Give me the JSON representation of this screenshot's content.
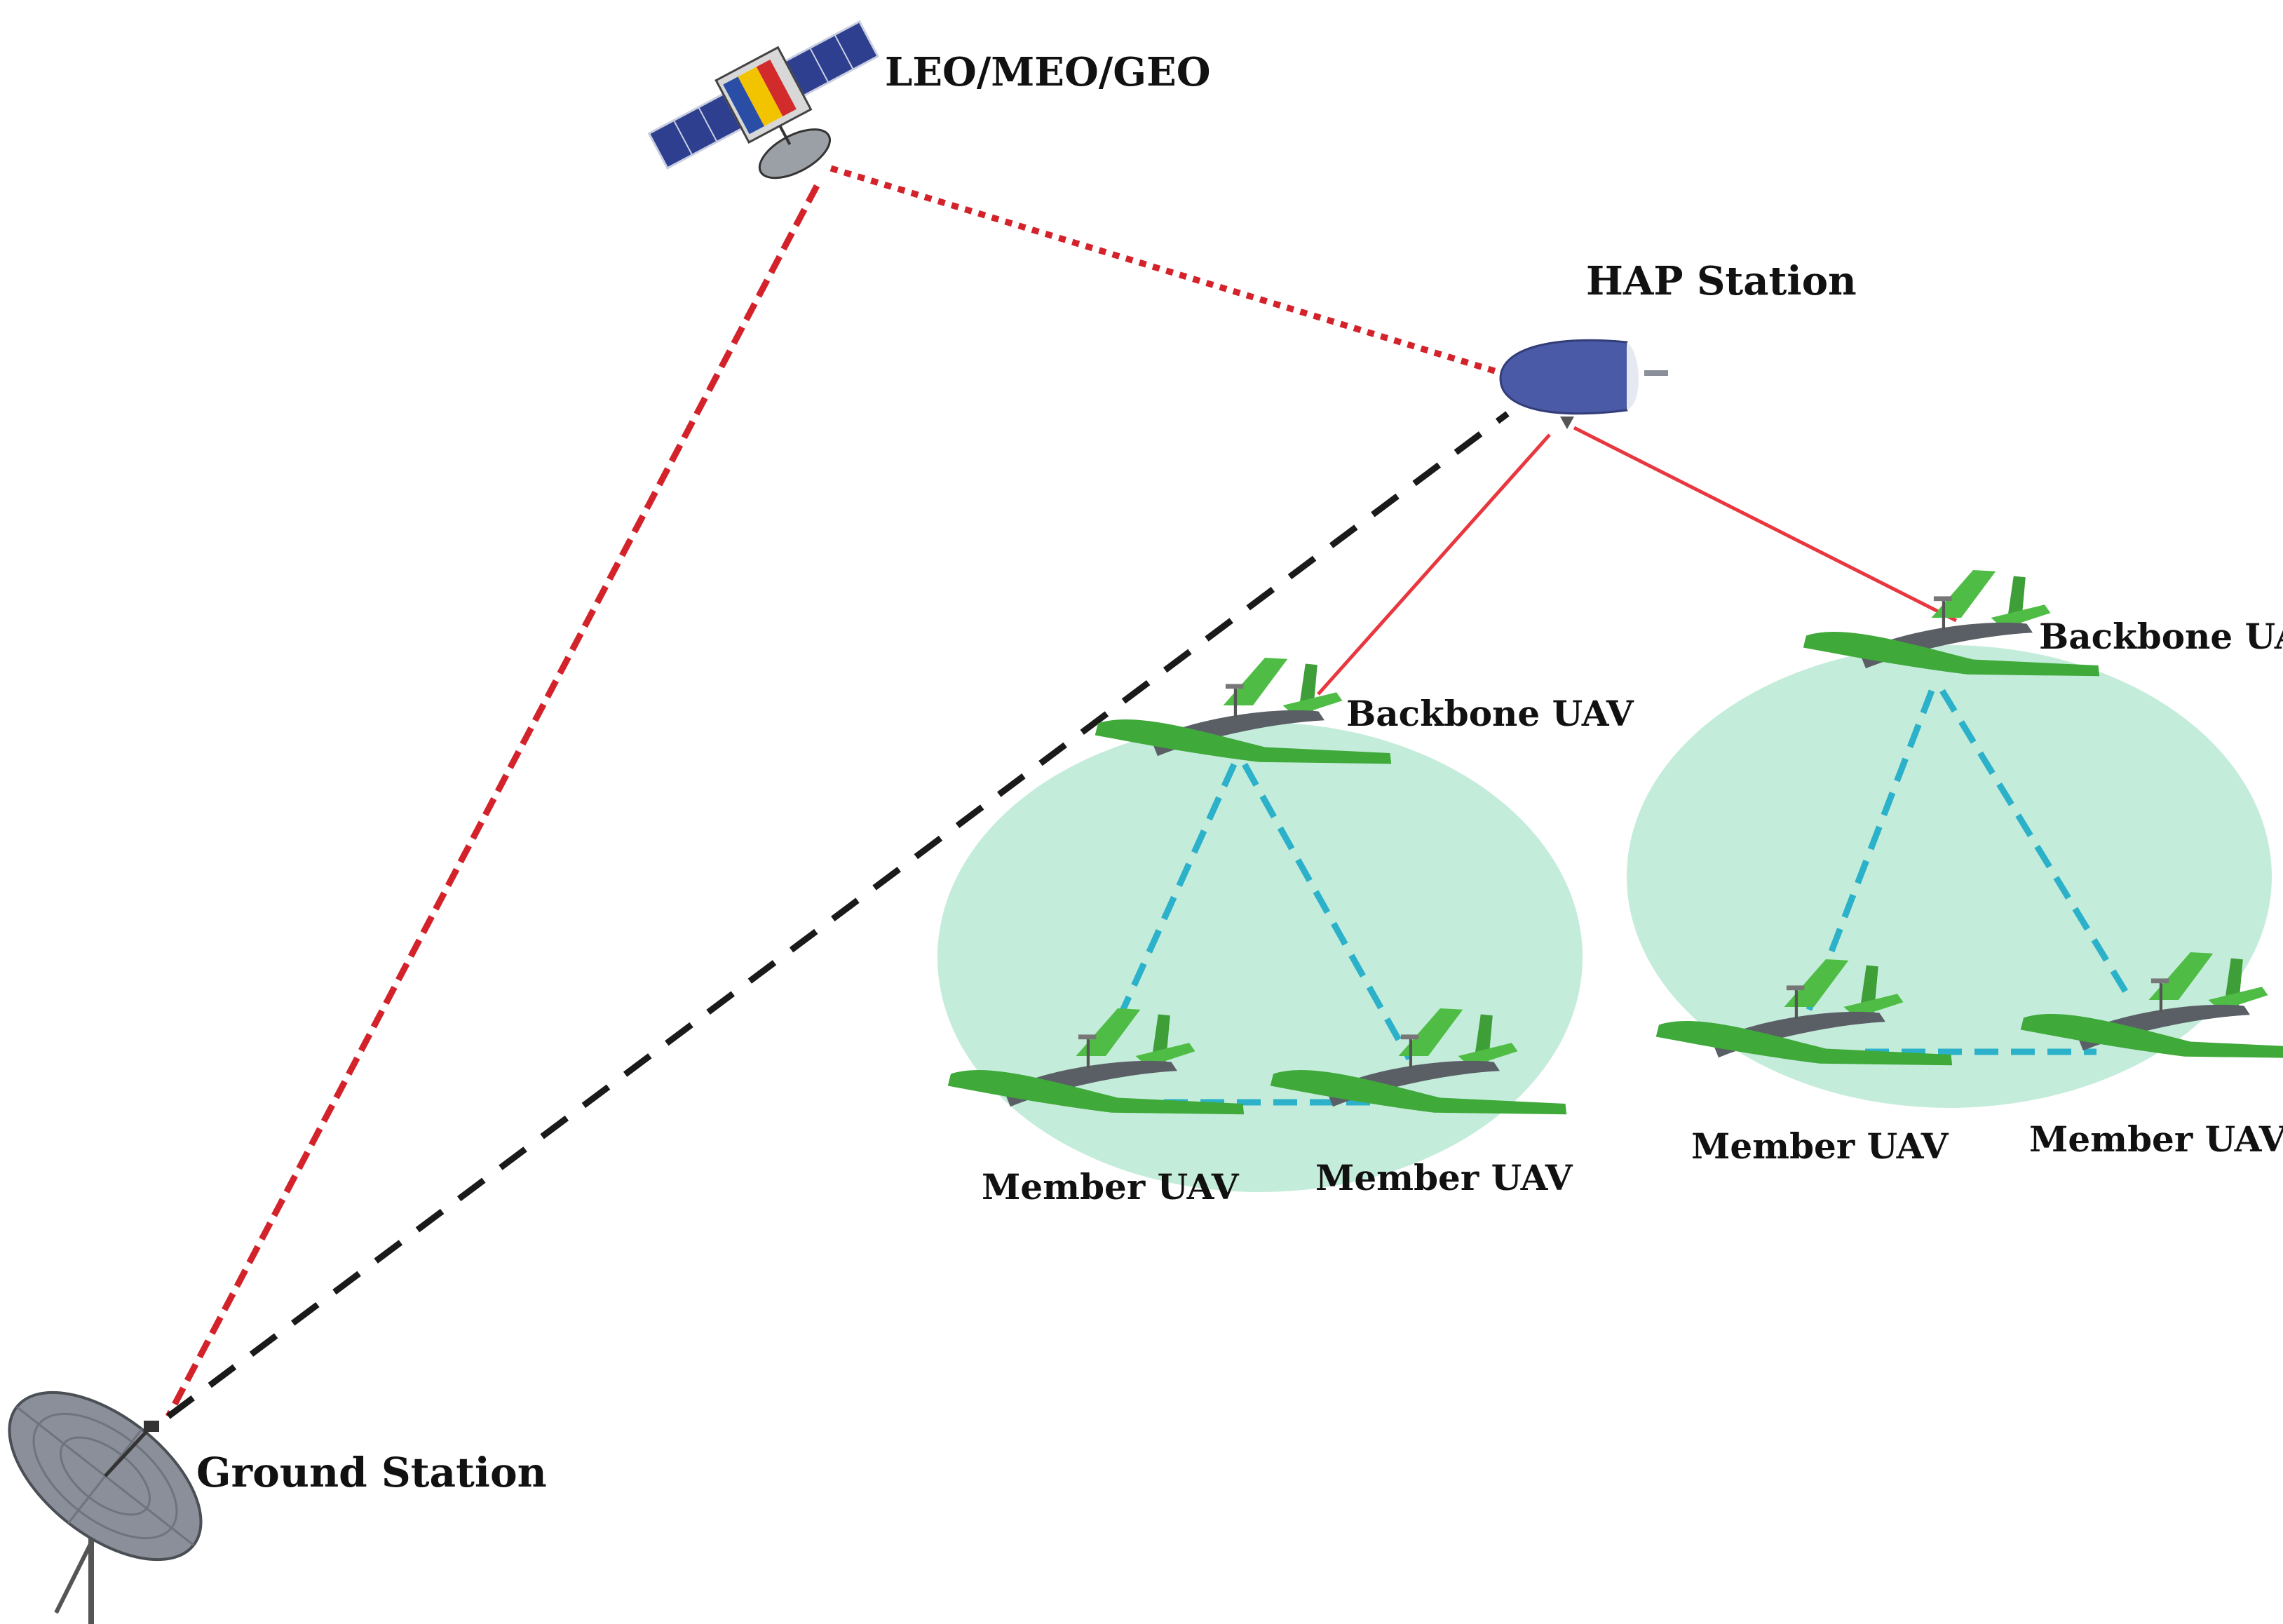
{
  "labels": {
    "satellite": "LEO/MEO/GEO",
    "hap": "HAP Station",
    "backbone_left": "Backbone UAV",
    "backbone_right": "Backbone UAV",
    "member_left_a": "Member UAV",
    "member_left_b": "Member UAV",
    "member_right_a": "Member UAV",
    "member_right_b": "Member UAV",
    "ground": "Ground Station"
  },
  "colors": {
    "satellite_link": "#d4222b",
    "hap_uav_link": "#e8373f",
    "ground_hap_link": "#1a1a1a",
    "intra_cluster_link": "#2bb1c9",
    "cluster_fill": "#c4ecdb",
    "uav_green": "#3fa93a",
    "hap_blue": "#4a5aa6",
    "dish_gray": "#8a8f9a"
  },
  "icons": {
    "satellite": "satellite-icon",
    "hap": "airship-icon",
    "uav": "fixed-wing-uav-icon",
    "ground": "satellite-dish-icon"
  }
}
